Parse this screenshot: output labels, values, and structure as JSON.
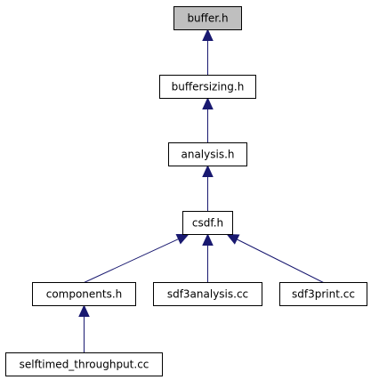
{
  "graph": {
    "colors": {
      "focus_fill": "#bfbfbf",
      "node_fill": "#ffffff",
      "node_border": "#000000",
      "edge": "#191970"
    },
    "nodes": [
      {
        "id": "buffer_h",
        "label": "buffer.h",
        "focus": true
      },
      {
        "id": "buffersizing_h",
        "label": "buffersizing.h",
        "focus": false
      },
      {
        "id": "analysis_h",
        "label": "analysis.h",
        "focus": false
      },
      {
        "id": "csdf_h",
        "label": "csdf.h",
        "focus": false
      },
      {
        "id": "components_h",
        "label": "components.h",
        "focus": false
      },
      {
        "id": "sdf3analysis_cc",
        "label": "sdf3analysis.cc",
        "focus": false
      },
      {
        "id": "sdf3print_cc",
        "label": "sdf3print.cc",
        "focus": false
      },
      {
        "id": "selftimed_throughput_cc",
        "label": "selftimed_throughput.cc",
        "focus": false
      }
    ],
    "edges": [
      {
        "from": "buffersizing_h",
        "to": "buffer_h"
      },
      {
        "from": "analysis_h",
        "to": "buffersizing_h"
      },
      {
        "from": "csdf_h",
        "to": "analysis_h"
      },
      {
        "from": "components_h",
        "to": "csdf_h"
      },
      {
        "from": "sdf3analysis_cc",
        "to": "csdf_h"
      },
      {
        "from": "sdf3print_cc",
        "to": "csdf_h"
      },
      {
        "from": "selftimed_throughput_cc",
        "to": "components_h"
      }
    ]
  }
}
